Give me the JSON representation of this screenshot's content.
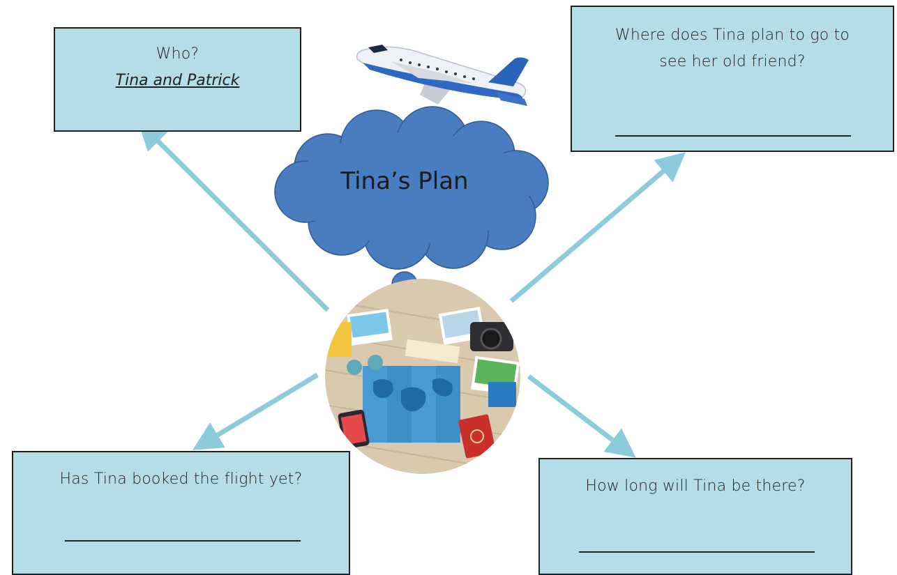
{
  "center": {
    "title": "Tina’s Plan"
  },
  "boxes": {
    "who": {
      "question": "Who?",
      "answer": "Tina and Patrick"
    },
    "where": {
      "question_line1": "Where does Tina plan to go to",
      "question_line2": "see her old friend?"
    },
    "booked": {
      "question": "Has Tina booked the flight yet?"
    },
    "long": {
      "question": "How long will Tina be there?"
    }
  },
  "colors": {
    "box_fill": "#b4dde8",
    "arrow": "#8ccbdc",
    "cloud": "#4a7dc0"
  },
  "icons": [
    "airplane-icon",
    "travel-items-illustration"
  ]
}
